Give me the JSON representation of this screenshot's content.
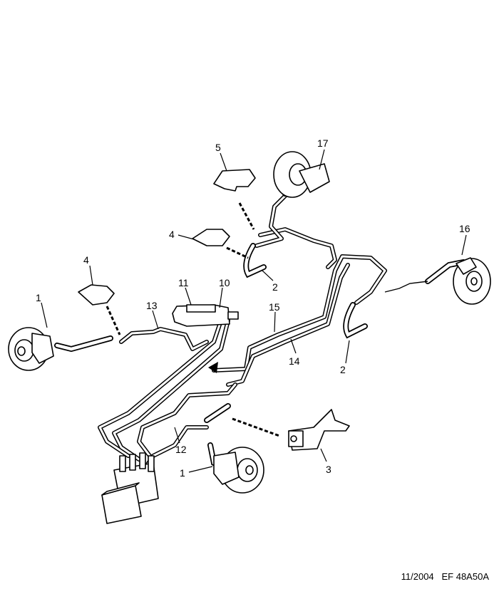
{
  "callouts": [
    {
      "id": "c1a",
      "label": "1"
    },
    {
      "id": "c1b",
      "label": "1"
    },
    {
      "id": "c2a",
      "label": "2"
    },
    {
      "id": "c2b",
      "label": "2"
    },
    {
      "id": "c3",
      "label": "3"
    },
    {
      "id": "c4a",
      "label": "4"
    },
    {
      "id": "c4b",
      "label": "4"
    },
    {
      "id": "c5",
      "label": "5"
    },
    {
      "id": "c10",
      "label": "10"
    },
    {
      "id": "c11",
      "label": "11"
    },
    {
      "id": "c12",
      "label": "12"
    },
    {
      "id": "c13",
      "label": "13"
    },
    {
      "id": "c14",
      "label": "14"
    },
    {
      "id": "c15",
      "label": "15"
    },
    {
      "id": "c16",
      "label": "16"
    },
    {
      "id": "c17",
      "label": "17"
    }
  ],
  "footer": {
    "date": "11/2004",
    "reference": "EF 48A50A"
  }
}
